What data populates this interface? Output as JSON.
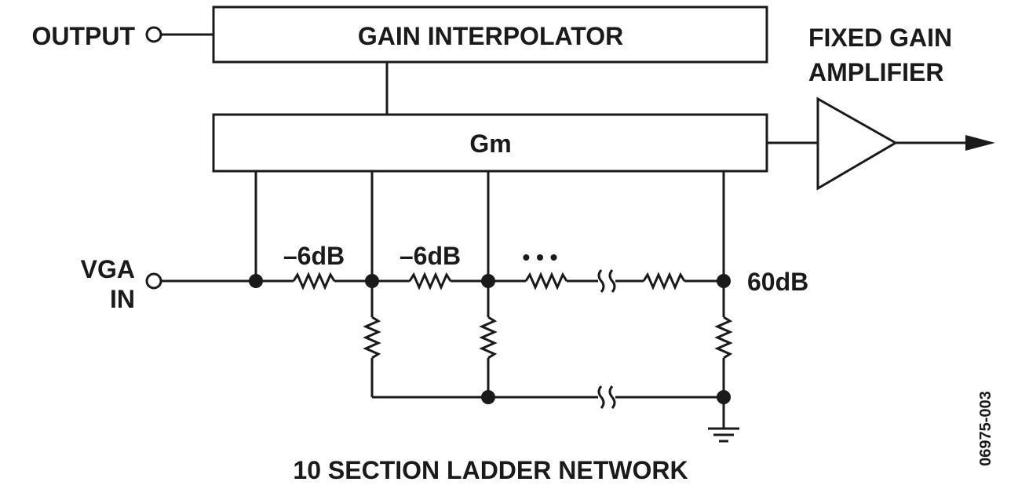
{
  "labels": {
    "output": "OUTPUT",
    "gain_interpolator": "GAIN INTERPOLATOR",
    "gm": "Gm",
    "fixed_gain_line1": "FIXED GAIN",
    "fixed_gain_line2": "AMPLIFIER",
    "vga_line1": "VGA",
    "vga_line2": "IN",
    "atten_1": "–6dB",
    "atten_2": "–6dB",
    "ellipsis": "• • •",
    "max_atten": "60dB",
    "ladder_caption": "10 SECTION LADDER NETWORK",
    "figure_id": "06975-003"
  }
}
